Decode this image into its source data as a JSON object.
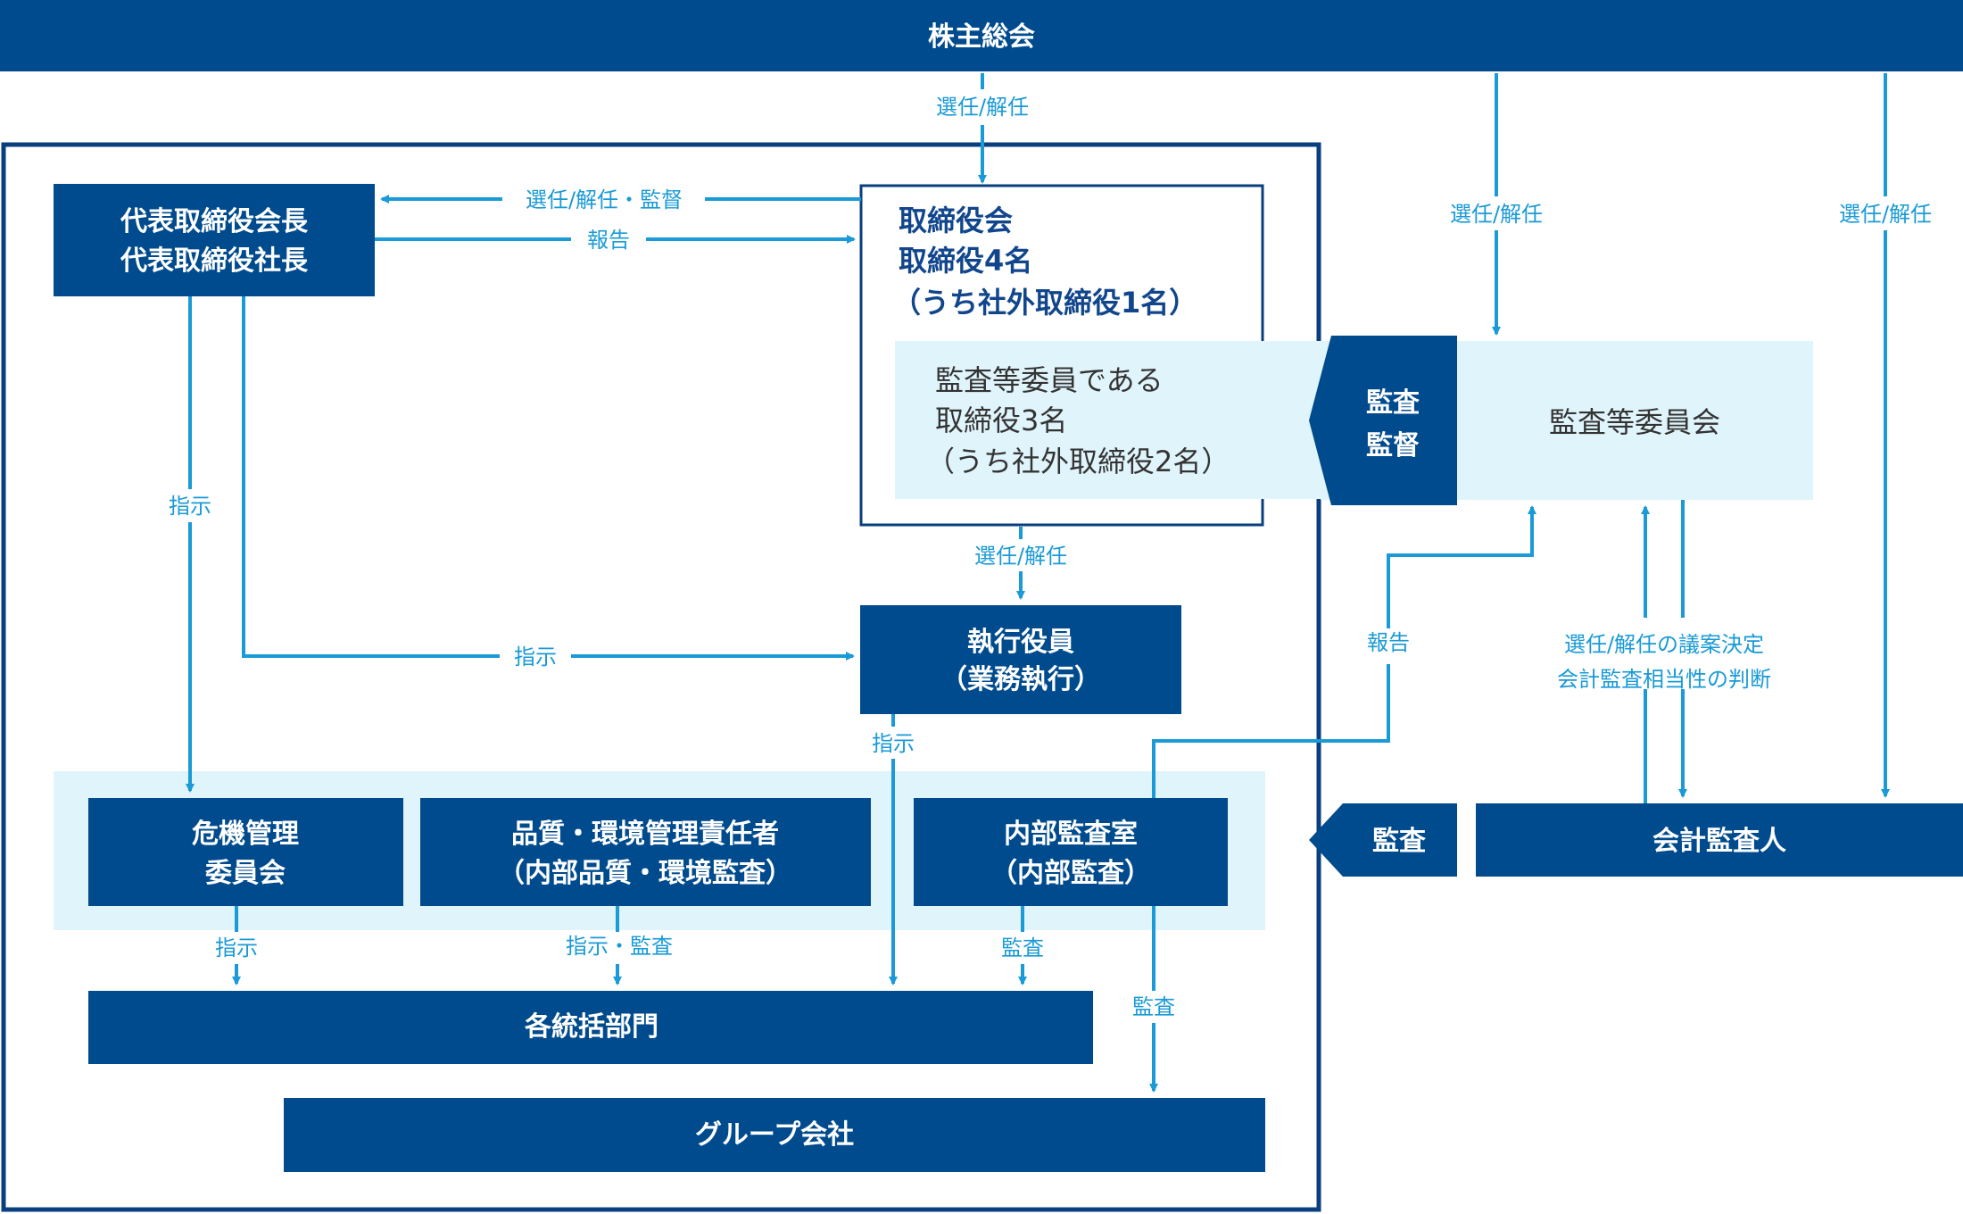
{
  "colors": {
    "dark_box": "#004b8d",
    "arrow": "#1a9ad6",
    "light_bg": "#e0f4fb",
    "border": "#0a3f7f",
    "white": "#ffffff"
  },
  "nodes": {
    "shareholders": "株主総会",
    "chairman": "代表取締役会長",
    "president": "代表取締役社長",
    "board_title": "取締役会",
    "board_count": "取締役4名",
    "board_outside": "（うち社外取締役1名）",
    "audit_member_1": "監査等委員である",
    "audit_member_2": "取締役3名",
    "audit_member_3": "（うち社外取締役2名）",
    "audit_supervise_1": "監査",
    "audit_supervise_2": "監督",
    "audit_committee": "監査等委員会",
    "executive_1": "執行役員",
    "executive_2": "（業務執行）",
    "risk_1": "危機管理",
    "risk_2": "委員会",
    "quality_1": "品質・環境管理責任者",
    "quality_2": "（内部品質・環境監査）",
    "internal_audit_1": "内部監査室",
    "internal_audit_2": "（内部監査）",
    "audit_tag": "監査",
    "accounting_auditor": "会計監査人",
    "departments": "各統括部門",
    "group_companies": "グループ会社"
  },
  "edge_labels": {
    "shareholders_to_board": "選任/解任",
    "board_to_top": "選任/解任・監督",
    "top_to_board": "報告",
    "shareholders_to_committee": "選任/解任",
    "shareholders_to_accounting": "選任/解任",
    "top_to_risk": "指示",
    "board_to_executive": "選任/解任",
    "top_to_executive": "指示",
    "internal_to_committee": "報告",
    "committee_to_accounting_1": "選任/解任の議案決定",
    "committee_to_accounting_2": "会計監査相当性の判断",
    "executive_to_departments": "指示",
    "risk_to_departments": "指示",
    "quality_to_departments": "指示・監査",
    "internal_to_departments": "監査",
    "internal_to_group": "監査"
  }
}
